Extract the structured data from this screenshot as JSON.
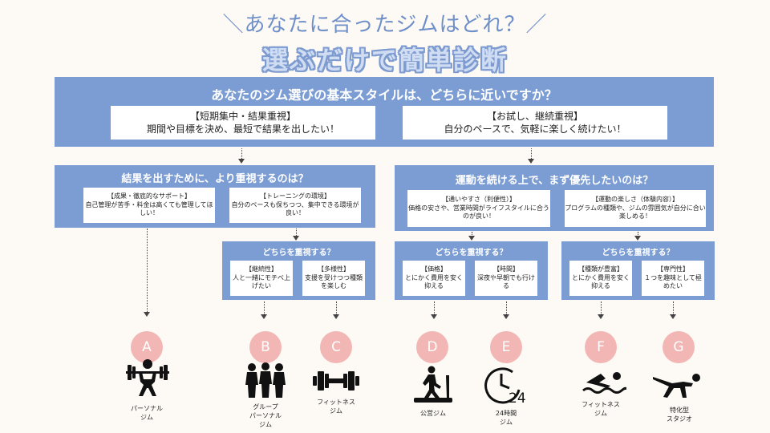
{
  "header": {
    "subtitle": "＼あなたに合ったジムはどれ？／",
    "title": "選ぶだけで簡単診断"
  },
  "q1": {
    "question": "あなたのジム選びの基本スタイルは、どちらに近いですか？",
    "left": {
      "title": "【短期集中・結果重視】",
      "desc": "期間や目標を決め、最短で結果を出したい！"
    },
    "right": {
      "title": "【お試し、継続重視】",
      "desc": "自分のペースで、気軽に楽しく続けたい！"
    }
  },
  "q2a": {
    "question": "結果を出すために、より重視するのは？",
    "left": {
      "title": "【成果・徹底的なサポート】",
      "desc": "自己管理が苦手・料金は高くても管理してほしい！"
    },
    "right": {
      "title": "【トレーニングの環境】",
      "desc": "自分のペースも保ちつつ、集中できる環境が良い！"
    }
  },
  "q2b": {
    "question": "運動を続ける上で、まず優先したいのは？",
    "left": {
      "title": "【通いやすさ（利便性）】",
      "desc": "価格の安さや、営業時間がライフスタイルに合うのが良い！"
    },
    "right": {
      "title": "【運動の楽しさ（体験内容）】",
      "desc": "プログラムの種類や、ジムの雰囲気が自分に合い楽しめる！"
    }
  },
  "q3a": {
    "question": "どちらを重視する？",
    "left": {
      "title": "【継続性】",
      "desc": "人と一緒にモチベ上げたい"
    },
    "right": {
      "title": "【多様性】",
      "desc": "支援を受けつつ種類を楽しむ"
    }
  },
  "q3b": {
    "question": "どちらを重視する？",
    "left": {
      "title": "【価格】",
      "desc": "とにかく費用を安く抑える"
    },
    "right": {
      "title": "【時間】",
      "desc": "深夜や早朝でも行ける"
    }
  },
  "q3c": {
    "question": "どちらを重視する？",
    "left": {
      "title": "【種類が豊富】",
      "desc": "とにかく費用を安く抑える"
    },
    "right": {
      "title": "【専門性】",
      "desc": "１つを趣味として極めたい"
    }
  },
  "results": [
    {
      "letter": "A",
      "label": "パーソナル\nジム",
      "icon": "weightlifter-icon"
    },
    {
      "letter": "B",
      "label": "グループ\nパーソナル\nジム",
      "icon": "group-people-icon"
    },
    {
      "letter": "C",
      "label": "フィットネス\nジム",
      "icon": "dumbbell-icon"
    },
    {
      "letter": "D",
      "label": "公営ジム",
      "icon": "treadmill-icon"
    },
    {
      "letter": "E",
      "label": "24時間\nジム",
      "icon": "clock-24-icon"
    },
    {
      "letter": "F",
      "label": "フィットネス\nジム",
      "icon": "swimmer-icon"
    },
    {
      "letter": "G",
      "label": "特化型\nスタジオ",
      "icon": "yoga-icon"
    }
  ],
  "colors": {
    "accent": "#7b9dd3",
    "circle": "#f2b7b4",
    "background": "#fdfaf5"
  }
}
